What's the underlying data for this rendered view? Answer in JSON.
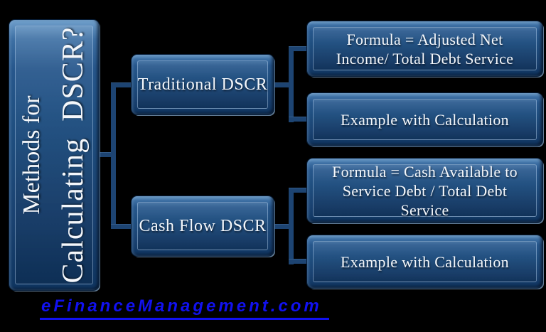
{
  "colors": {
    "background": "#000000",
    "box_fill": "#1f4e79",
    "box_bevel_highlight": "#a8cbec",
    "box_text": "#f4f7fb",
    "connector": "#1d4472",
    "link": "#1111f0"
  },
  "diagram": {
    "root": {
      "label_line1": "Methods for",
      "label_line2": "Calculating  DSCR?"
    },
    "branches": [
      {
        "label": "Traditional DSCR",
        "children": [
          {
            "label": "Formula = Adjusted Net\nIncome/ Total Debt Service"
          },
          {
            "label": "Example with Calculation"
          }
        ]
      },
      {
        "label": "Cash Flow DSCR",
        "children": [
          {
            "label": "Formula = Cash Available to\nService Debt / Total Debt\nService"
          },
          {
            "label": "Example with Calculation"
          }
        ]
      }
    ]
  },
  "footer": {
    "link_label": "eFinanceManagement.com"
  }
}
